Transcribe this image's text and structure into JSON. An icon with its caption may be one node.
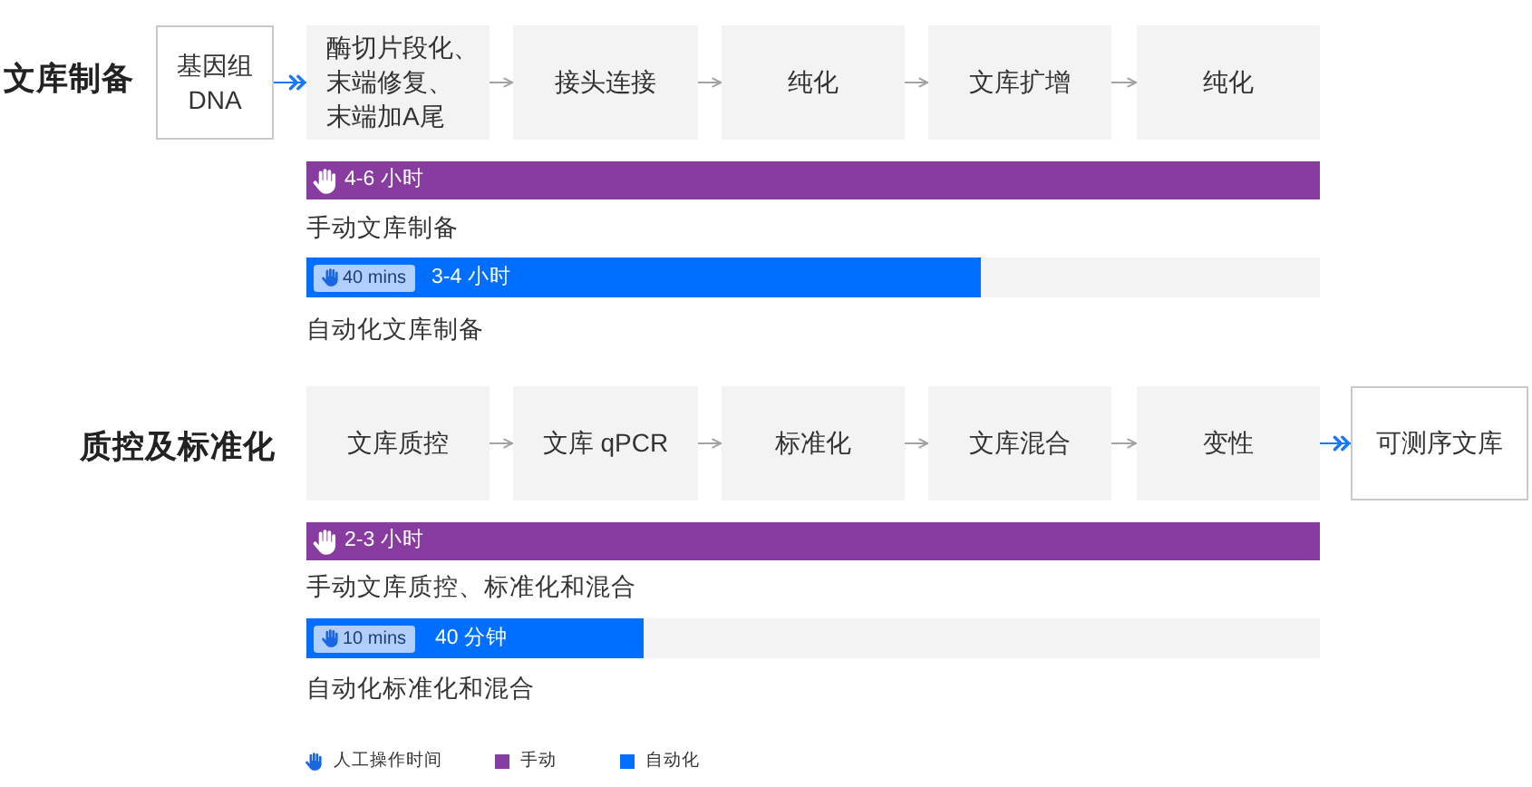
{
  "diagram": {
    "nodes": [
      {
        "text": [
          "基因组DNA"
        ]
      },
      {
        "text": [
          "酶切片段化、末端修复、末端加A尾"
        ]
      },
      {
        "text": [
          "接头连接"
        ]
      },
      {
        "text": [
          "纯化"
        ]
      },
      {
        "text": [
          "文库扩增"
        ]
      },
      {
        "text": [
          "纯化"
        ]
      },
      {
        "text": [
          "4-6 小时"
        ],
        "beside": [
          "手动文库制备"
        ]
      },
      {
        "text": [
          "3-4 小时"
        ],
        "beside": [
          "自动化文库制备"
        ]
      },
      {
        "text": [
          "40 mins"
        ],
        "in": 7
      },
      {
        "text": [
          "文库质控"
        ]
      },
      {
        "text": [
          "文库 qPCR"
        ]
      },
      {
        "text": [
          "标准化"
        ]
      },
      {
        "text": [
          "文库混合"
        ]
      },
      {
        "text": [
          "变性"
        ]
      },
      {
        "text": [
          "可测序文库"
        ]
      },
      {
        "text": [
          "2-3 小时"
        ],
        "beside": [
          "手动文库质控、标准化和混合"
        ]
      },
      {
        "text": [
          "40 分钟"
        ],
        "beside": [
          "自动化标准化和混合"
        ]
      },
      {
        "text": [
          "10 mins"
        ],
        "in": 16
      }
    ],
    "edges": [
      {
        "from": 0,
        "to": 1,
        "arrow": "to",
        "color": "#1677ff"
      },
      {
        "from": 1,
        "to": 2,
        "arrow": "to"
      },
      {
        "from": 2,
        "to": 3,
        "arrow": "to"
      },
      {
        "from": 3,
        "to": 4,
        "arrow": "to"
      },
      {
        "from": 4,
        "to": 5,
        "arrow": "to"
      },
      {
        "from": 9,
        "to": 10,
        "arrow": "to"
      },
      {
        "from": 10,
        "to": 11,
        "arrow": "to"
      },
      {
        "from": 11,
        "to": 12,
        "arrow": "to"
      },
      {
        "from": 12,
        "to": 13,
        "arrow": "to"
      },
      {
        "from": 13,
        "to": 14,
        "arrow": "to",
        "color": "#1677ff"
      }
    ],
    "labels": [
      "文库制备",
      "质控及标准化"
    ],
    "legend": [
      {
        "text": "人工操作时间"
      },
      {
        "text": "手动",
        "color": "#883c9f"
      },
      {
        "text": "自动化",
        "color": "#006eff"
      }
    ]
  }
}
